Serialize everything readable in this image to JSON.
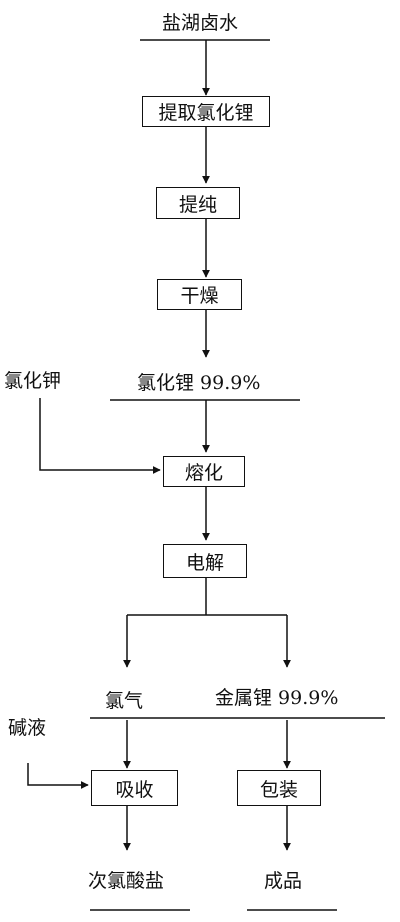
{
  "nodes": {
    "source": "盐湖卤水",
    "extract": "提取氯化锂",
    "purify": "提纯",
    "dry": "干燥",
    "licl": "氯化锂 99.9%",
    "kcl": "氯化钾",
    "melt": "熔化",
    "electrolysis": "电解",
    "chlorine": "氯气",
    "lithium_metal": "金属锂 99.9%",
    "alkali": "碱液",
    "absorb": "吸收",
    "package": "包装",
    "hypochlorite": "次氯酸盐",
    "product": "成品"
  },
  "colors": {
    "ink": "#111111",
    "background": "#ffffff"
  }
}
